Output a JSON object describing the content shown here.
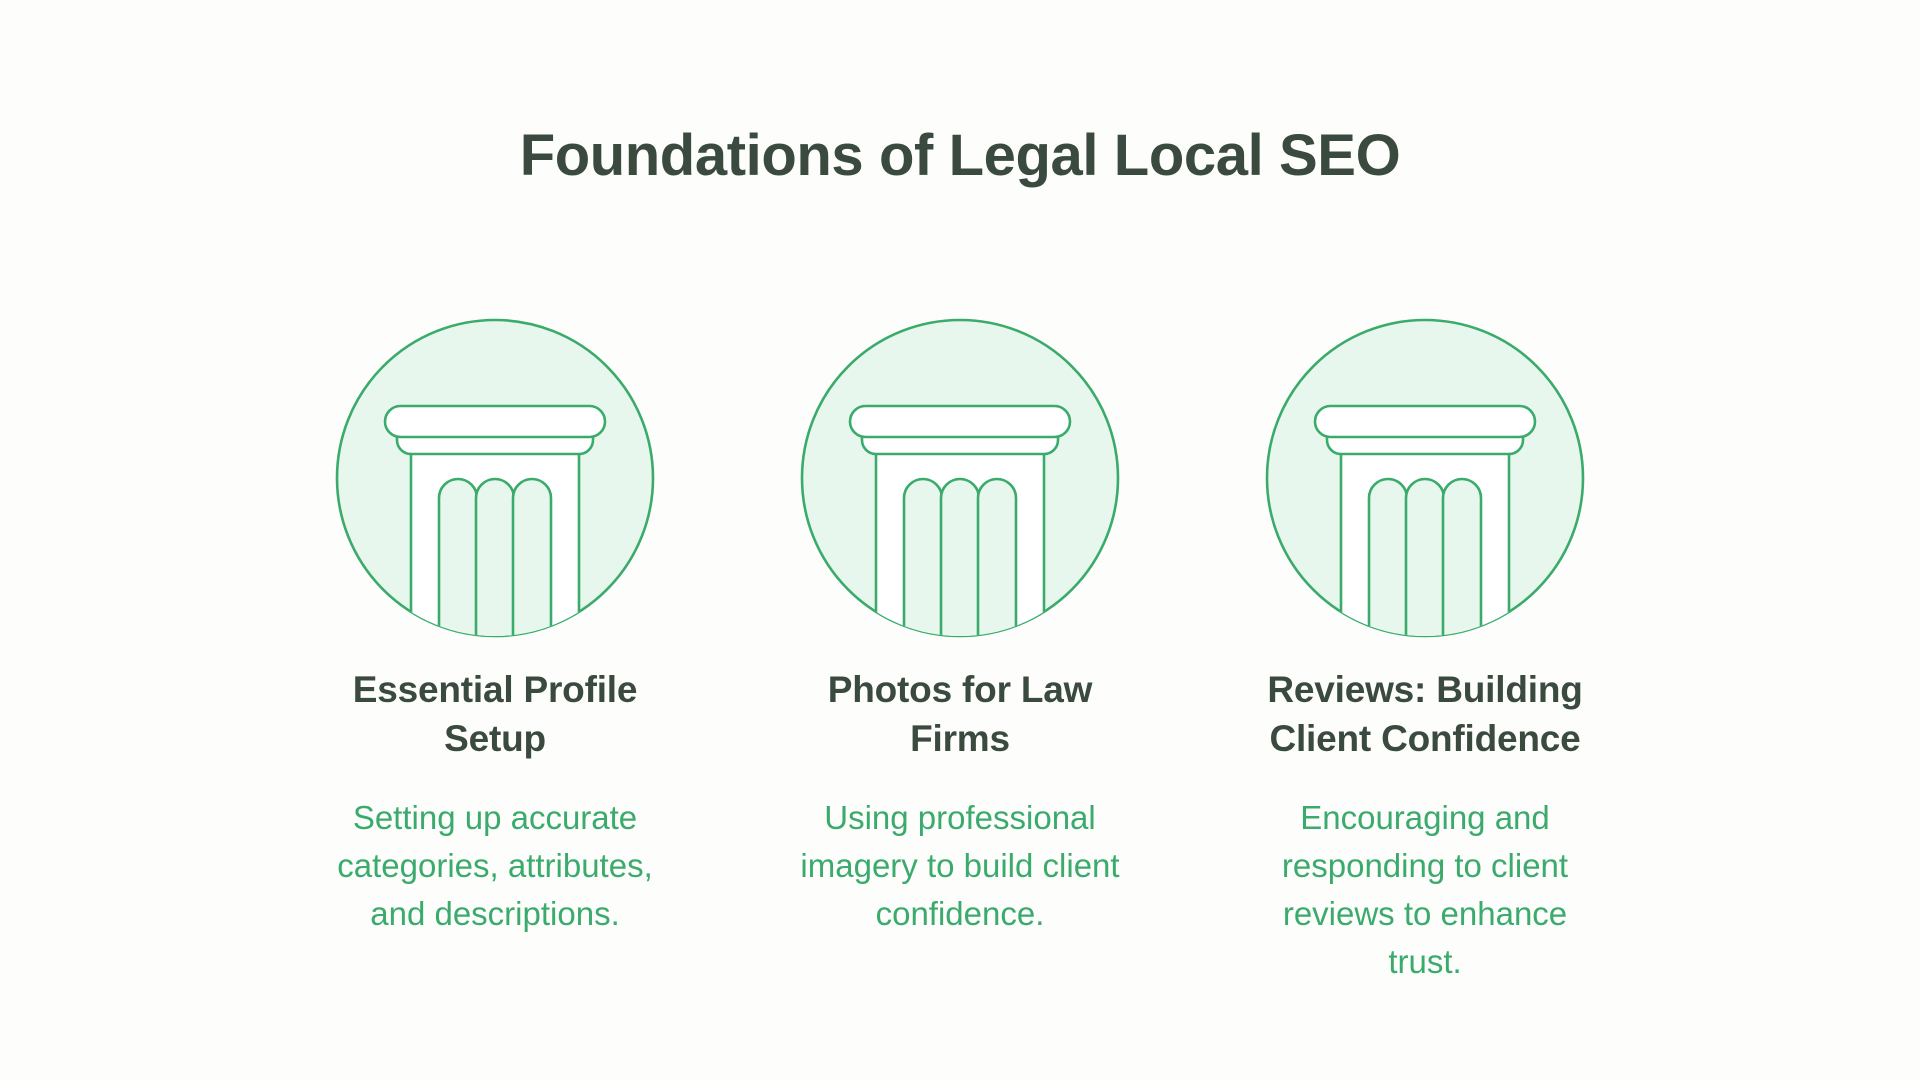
{
  "page": {
    "title": "Foundations of Legal Local SEO",
    "background_color": "#fdfdfc"
  },
  "theme": {
    "heading_color": "#3a4a3e",
    "body_text_color": "#3bab6d",
    "icon_stroke_color": "#3aab6b",
    "icon_circle_fill": "#e8f7ee",
    "icon_shape_fill": "#ffffff"
  },
  "cards": [
    {
      "icon": "pillar-icon",
      "title": "Essential Profile Setup",
      "body": "Setting up accurate categories, attributes, and descriptions."
    },
    {
      "icon": "pillar-icon",
      "title": "Photos for Law Firms",
      "body": "Using professional imagery to build client confidence."
    },
    {
      "icon": "pillar-icon",
      "title": "Reviews: Building Client Confidence",
      "body": "Encouraging and responding to client reviews to enhance trust."
    }
  ]
}
